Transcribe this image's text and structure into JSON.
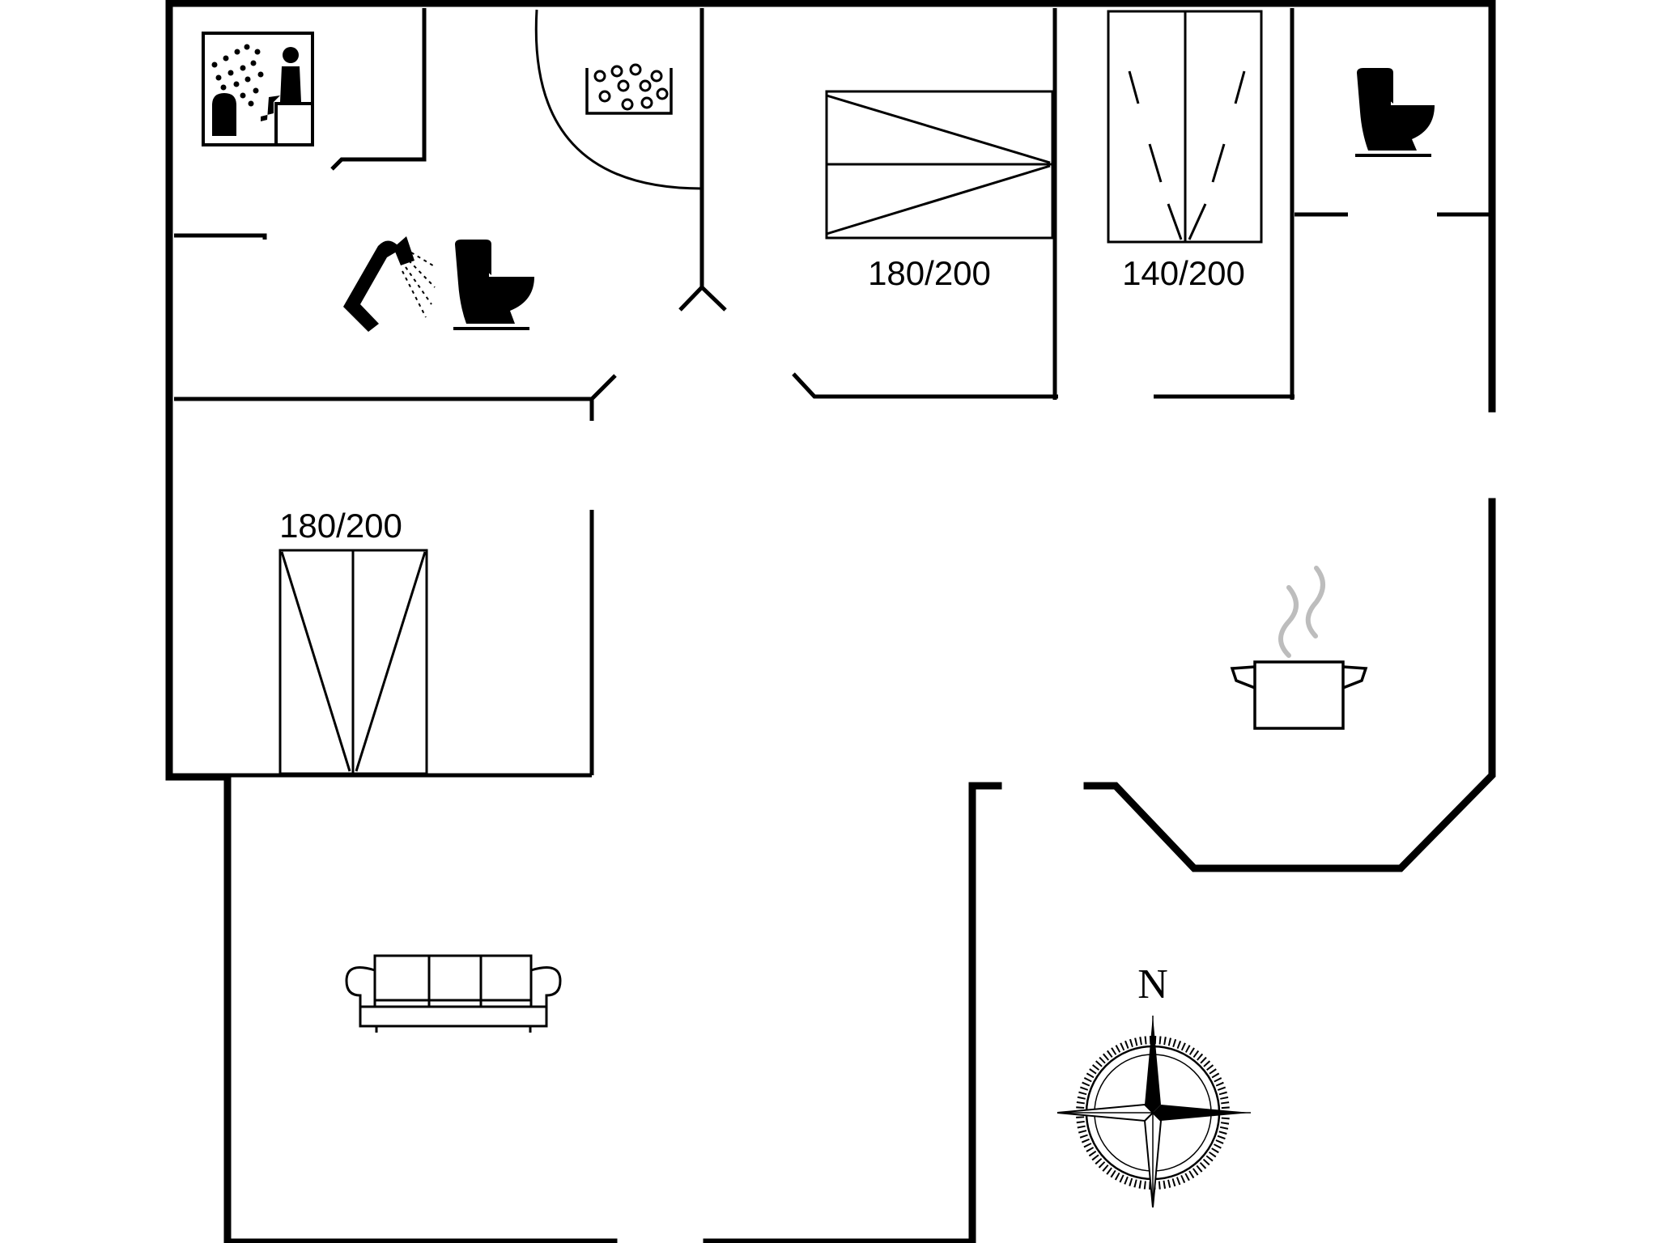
{
  "plan": {
    "bed_labels": {
      "bed_1": "180/200",
      "bed_2": "140/200",
      "bed_3": "180/200"
    },
    "compass": {
      "north_label": "N"
    },
    "icons": [
      "sauna-icon",
      "whirlpool-icon",
      "shower-icon",
      "toilet-icon",
      "toilet-icon",
      "cooking-pot-icon",
      "sofa-icon",
      "compass-rose-icon"
    ],
    "colors": {
      "line": "#000000",
      "background": "#ffffff",
      "steam": "#bdbdbd"
    }
  }
}
